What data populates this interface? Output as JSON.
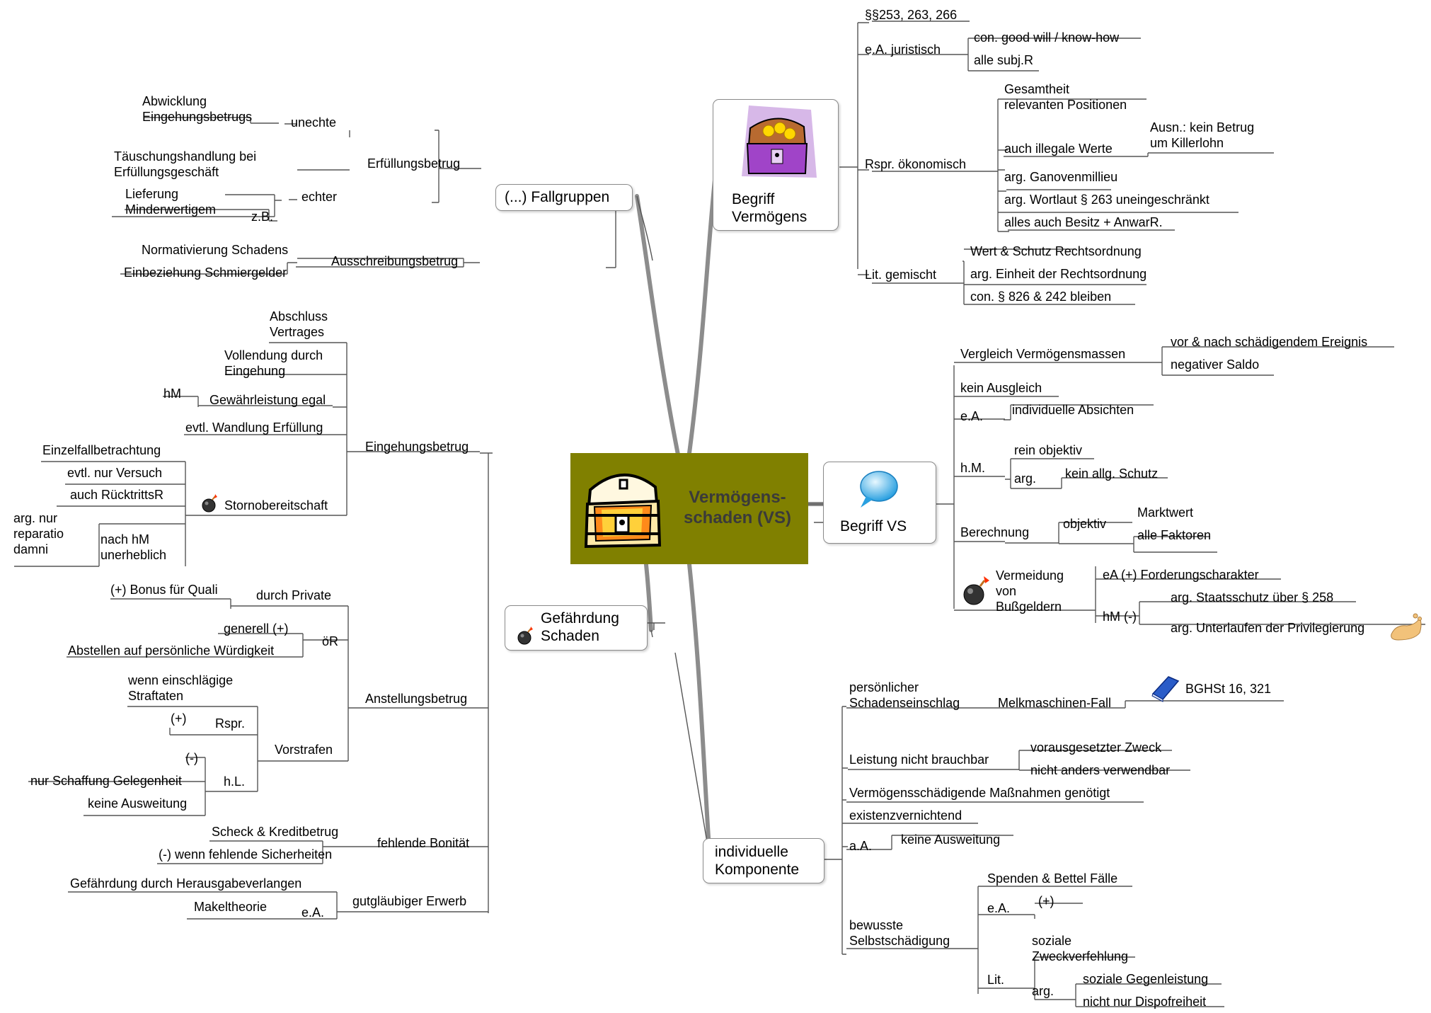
{
  "center": {
    "title": "Vermögens-\nschaden (VS)",
    "color": "#808000"
  },
  "branches": {
    "fallgruppen": {
      "title": "(...) Fallgruppen",
      "erfuellungsbetrug": "Erfüllungsbetrug",
      "unechte": "unechte",
      "abwicklung": "Abwicklung\nEingehungsbetrugs",
      "echter": "echter",
      "taeuschung": "Täuschungshandlung bei\nErfüllungsgeschäft",
      "zb": "z.B.",
      "lieferung": "Lieferung\nMinderwertigem",
      "ausschreibung": "Ausschreibungsbetrug",
      "normativierung": "Normativierung Schadens",
      "einbeziehung": "Einbeziehung Schmiergelder"
    },
    "gefaehrdung": {
      "title": "Gefährdung\nSchaden",
      "eingehungsbetrug": "Eingehungsbetrug",
      "abschluss": "Abschluss\nVertrages",
      "vollendung": "Vollendung durch\nEingehung",
      "gewaehrleistung": "Gewährleistung egal",
      "hm": "hM",
      "wandlung": "evtl. Wandlung Erfüllung",
      "storno": "Stornobereitschaft",
      "einzelfall": "Einzelfallbetrachtung",
      "versuch": "evtl. nur Versuch",
      "ruecktritt": "auch RücktrittsR",
      "nach_hm": "nach hM\nunerheblich",
      "reparatio": "arg. nur\nreparatio\ndamni",
      "anstellungsbetrug": "Anstellungsbetrug",
      "private": "durch Private",
      "bonus": "(+) Bonus für Quali",
      "oer": "öR",
      "generell": "generell (+)",
      "abstellen": "Abstellen auf persönliche Würdigkeit",
      "vorstrafen": "Vorstrafen",
      "einschlaegig": "wenn einschlägige\nStraftaten",
      "rspr": "Rspr.",
      "plus": "(+)",
      "hl": "h.L.",
      "minus": "(-)",
      "gelegenheit": "nur Schaffung Gelegenheit",
      "keine_ausweitung": "keine Ausweitung",
      "bonitaet": "fehlende Bonität",
      "scheck": "Scheck & Kreditbetrug",
      "sicherheiten": "(-) wenn fehlende Sicherheiten",
      "gutglaeubig": "gutgläubiger Erwerb",
      "herausgabe": "Gefährdung durch Herausgabeverlangen",
      "ea": "e.A.",
      "makel": "Makeltheorie"
    },
    "begriff_vermoegen": {
      "title": "Begriff\nVermögens",
      "paragraphs": "§§253, 263, 266",
      "juristisch": "e.A. juristisch",
      "goodwill": "con. good will / know-how",
      "subjr": "alle subj.R",
      "oekonomisch": "Rspr. ökonomisch",
      "gesamtheit": "Gesamtheit\nrelevanten Positionen",
      "illegale": "auch illegale Werte",
      "killerlohn": "Ausn.: kein Betrug\num Killerlohn",
      "ganoven": "arg. Ganovenmillieu",
      "wortlaut": "arg. Wortlaut § 263 uneingeschränkt",
      "besitz": "alles auch Besitz + AnwarR.",
      "gemischt": "Lit. gemischt",
      "wert": "Wert & Schutz Rechtsordnung",
      "einheit": "arg. Einheit der Rechtsordnung",
      "con826": "con. § 826 & 242 bleiben"
    },
    "begriff_vs": {
      "title": "Begriff VS",
      "vergleich": "Vergleich Vermögensmassen",
      "vor_nach": "vor & nach schädigendem Ereignis",
      "saldo": "negativer Saldo",
      "ausgleich": "kein Ausgleich",
      "ea": "e.A.",
      "absichten": "individuelle Absichten",
      "hm": "h.M.",
      "objektiv": "rein objektiv",
      "arg": "arg.",
      "schutz": "kein allg. Schutz",
      "berechnung": "Berechnung",
      "objektiv2": "objektiv",
      "marktwert": "Marktwert",
      "faktoren": "alle Faktoren",
      "vermeidung": "Vermeidung\nvon\nBußgeldern",
      "ea_plus": "eA (+) Forderungscharakter",
      "hm_minus": "hM (-)",
      "staatsschutz": "arg. Staatsschutz über § 258",
      "privilegierung": "arg. Unterlaufen der Privilegierung"
    },
    "individuelle": {
      "title": "individuelle\nKomponente",
      "persoenlich": "persönlicher\nSchadenseinschlag",
      "melkmaschinen": "Melkmaschinen-Fall",
      "bghst": "BGHSt 16, 321",
      "leistung": "Leistung nicht brauchbar",
      "zweck": "vorausgesetzter Zweck",
      "verwendbar": "nicht anders verwendbar",
      "genoetigt": "Vermögensschädigende Maßnahmen genötigt",
      "existenz": "existenzvernichtend",
      "aa": "a.A.",
      "keine_ausweitung": "keine Ausweitung",
      "selbstschaedigung": "bewusste\nSelbstschädigung",
      "spenden": "Spenden & Bettel Fälle",
      "ea": "e.A.",
      "plus": "(+)",
      "lit": "Lit.",
      "soziale": "soziale\nZweckverfehlung",
      "arg": "arg.",
      "gegenleistung": "soziale Gegenleistung",
      "dispo": "nicht nur Dispofreiheit"
    }
  },
  "icons": [
    "treasure-chest-icon",
    "money-chest-icon",
    "speech-bubble-icon",
    "bomb-icon",
    "book-icon",
    "foot-icon"
  ]
}
